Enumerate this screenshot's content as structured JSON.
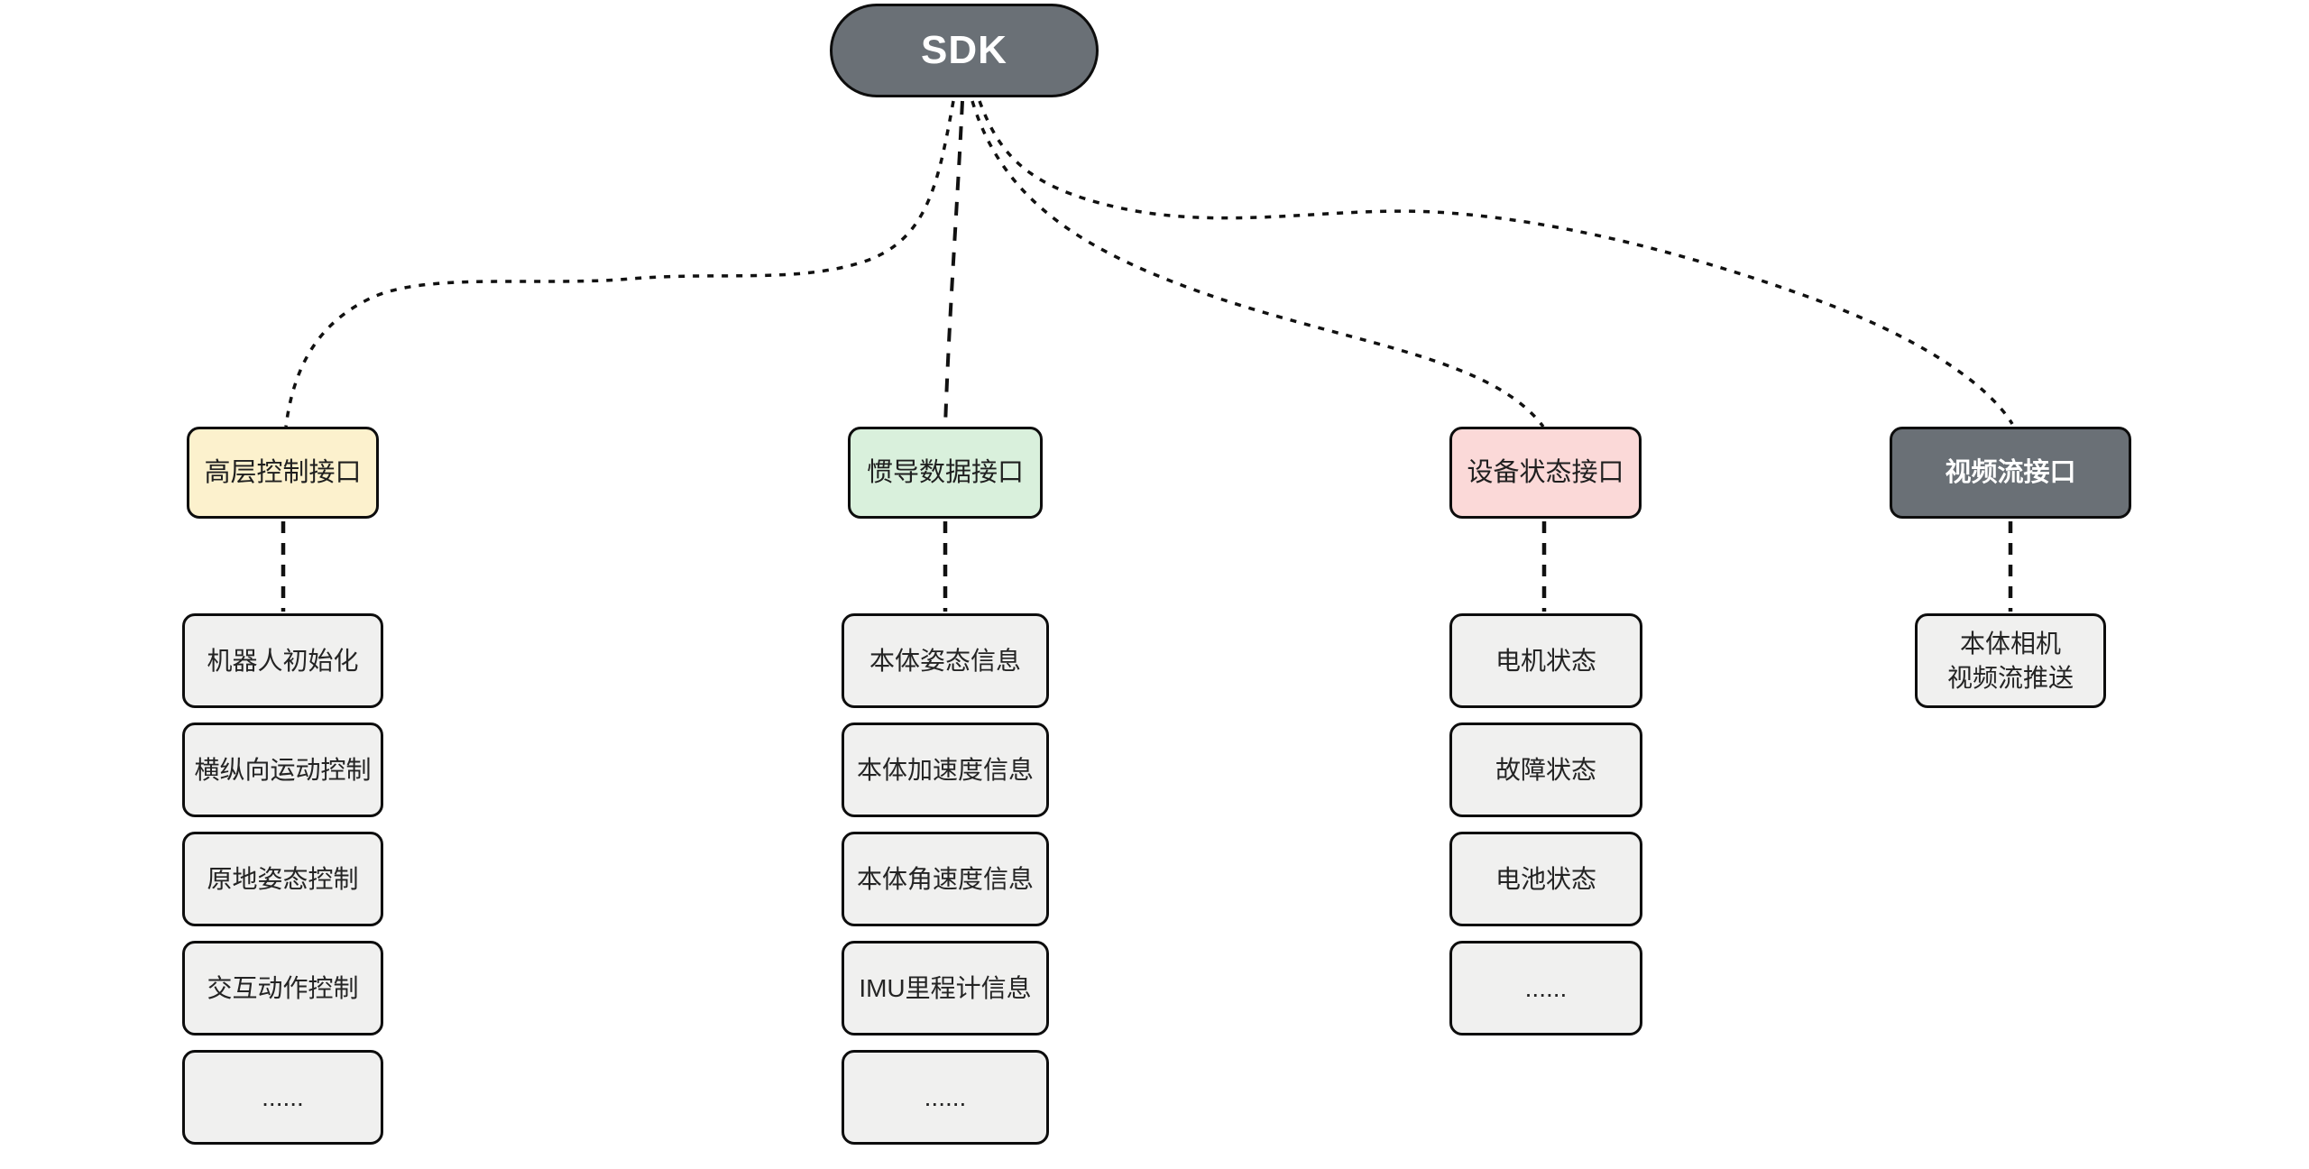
{
  "root": {
    "label": "SDK"
  },
  "columns": [
    {
      "header": {
        "label": "高层控制接口",
        "fill": "#fcf1cd",
        "text_color": "#1f1f1f"
      },
      "children": [
        "机器人初始化",
        "横纵向运动控制",
        "原地姿态控制",
        "交互动作控制",
        "......"
      ]
    },
    {
      "header": {
        "label": "惯导数据接口",
        "fill": "#d9f0dc",
        "text_color": "#1f1f1f"
      },
      "children": [
        "本体姿态信息",
        "本体加速度信息",
        "本体角速度信息",
        "IMU里程计信息",
        "......"
      ]
    },
    {
      "header": {
        "label": "设备状态接口",
        "fill": "#fbd9d8",
        "text_color": "#1f1f1f"
      },
      "children": [
        "电机状态",
        "故障状态",
        "电池状态",
        "......"
      ]
    },
    {
      "header": {
        "label": "视频流接口",
        "fill": "#6a7076",
        "text_color": "#ffffff"
      },
      "children": [
        "本体相机\n视频流推送"
      ]
    }
  ],
  "colors": {
    "background": "#ffffff",
    "node_border": "#0d0d0d",
    "root_fill": "#6a7076",
    "root_text": "#ffffff",
    "child_fill": "#f0f0ef",
    "connector": "#111111"
  }
}
